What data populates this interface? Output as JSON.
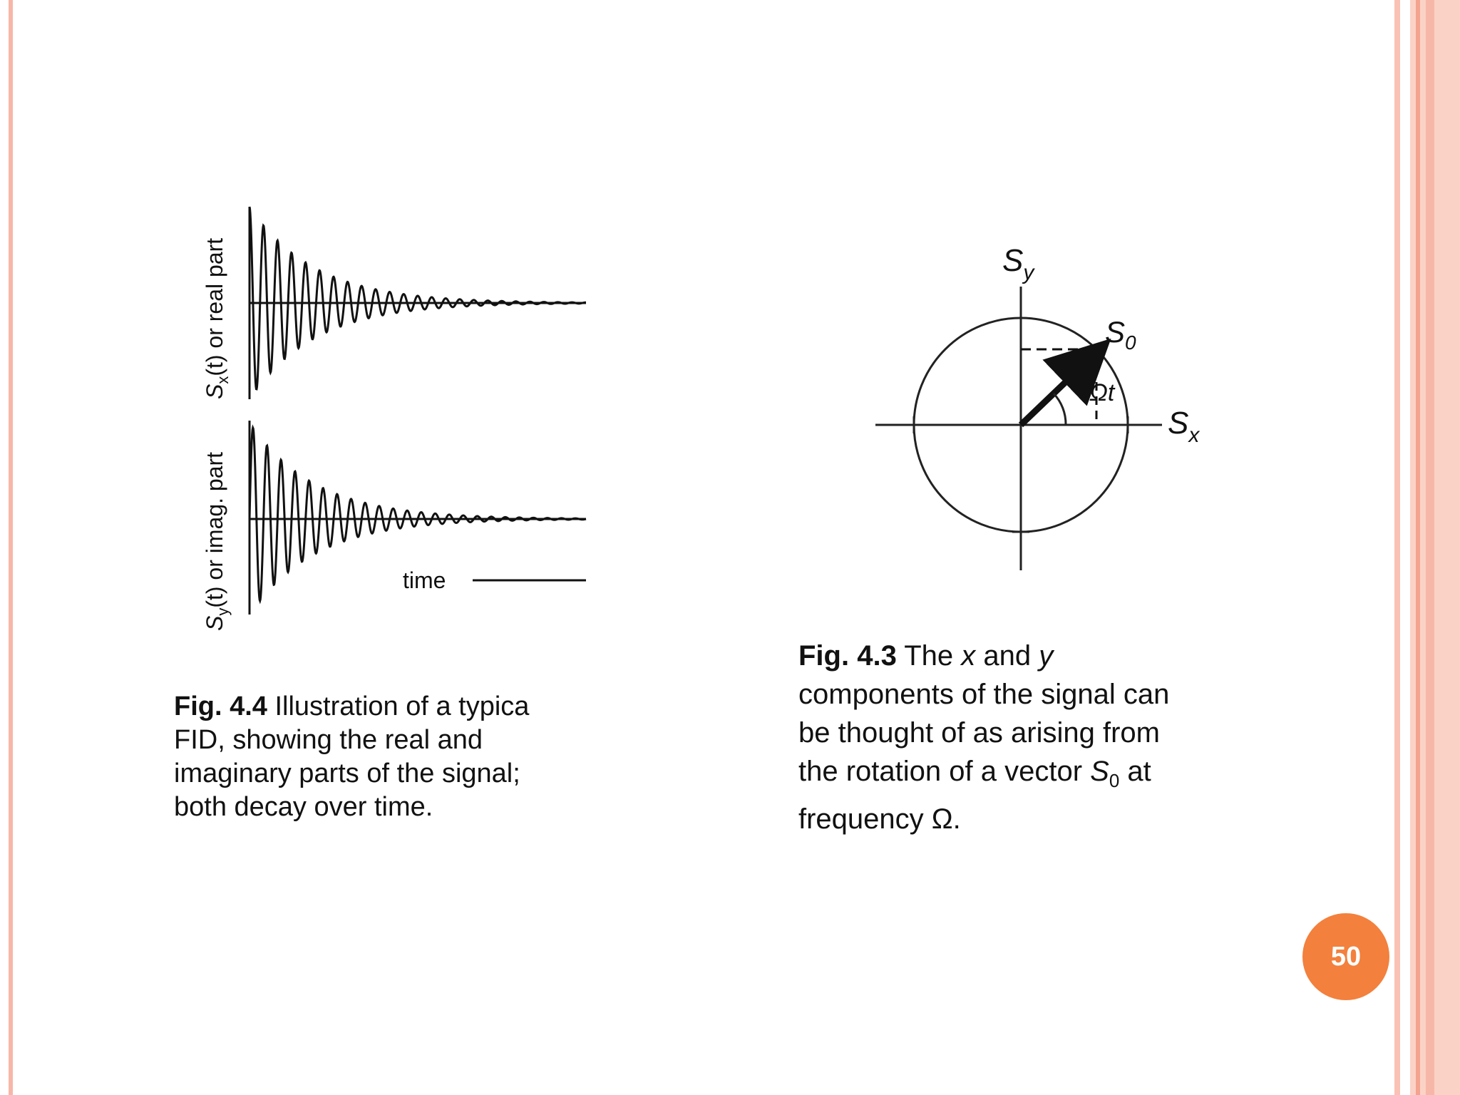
{
  "slide_number": "50",
  "fig44": {
    "caption_label": "Fig. 4.4",
    "caption_lines": [
      " Illustration of a typica",
      "FID, showing the real and",
      "imaginary parts of the signal;",
      "both decay over time."
    ],
    "ylabel_top": "S",
    "ylabel_top_sub": "x",
    "ylabel_top_rest": "(t) or real part",
    "ylabel_bottom": "S",
    "ylabel_bottom_sub": "y",
    "ylabel_bottom_rest": "(t) or imag. part",
    "time_label": "time"
  },
  "fig43": {
    "caption_label": "Fig. 4.3",
    "caption_line1_a": " The ",
    "caption_line1_x": "x",
    "caption_line1_b": " and ",
    "caption_line1_y": "y",
    "caption_line2": "components of the signal can",
    "caption_line3": "be thought of as arising from",
    "caption_line4_a": "the rotation of a vector ",
    "caption_line4_s": "S",
    "caption_line4_sub": "0",
    "caption_line4_b": " at",
    "caption_line5": "frequency Ω.",
    "axis_y": "S",
    "axis_y_sub": "y",
    "axis_x": "S",
    "axis_x_sub": "x",
    "vector_label": "S",
    "vector_label_sub": "0",
    "angle_label": "Ωt"
  },
  "colors": {
    "accent_circle": "#f3803c",
    "border": "#f7b7a8"
  }
}
